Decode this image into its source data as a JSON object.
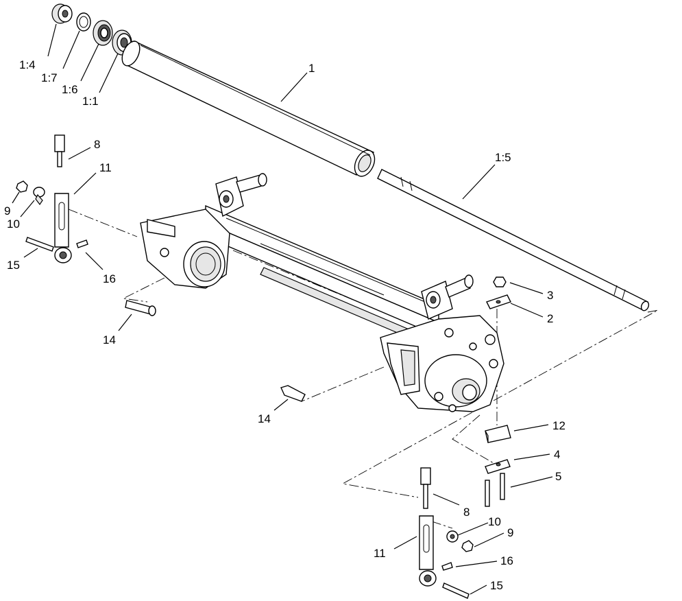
{
  "diagram": {
    "callouts": [
      {
        "id": "c-1-4",
        "label": "1:4"
      },
      {
        "id": "c-1-7",
        "label": "1:7"
      },
      {
        "id": "c-1-6",
        "label": "1:6"
      },
      {
        "id": "c-1-1",
        "label": "1:1"
      },
      {
        "id": "c-1",
        "label": "1"
      },
      {
        "id": "c-1-5",
        "label": "1:5"
      },
      {
        "id": "c-8-top",
        "label": "8"
      },
      {
        "id": "c-11-top",
        "label": "11"
      },
      {
        "id": "c-9-top",
        "label": "9"
      },
      {
        "id": "c-10-top",
        "label": "10"
      },
      {
        "id": "c-15-top",
        "label": "15"
      },
      {
        "id": "c-16-top",
        "label": "16"
      },
      {
        "id": "c-14-left",
        "label": "14"
      },
      {
        "id": "c-14-mid",
        "label": "14"
      },
      {
        "id": "c-3",
        "label": "3"
      },
      {
        "id": "c-2",
        "label": "2"
      },
      {
        "id": "c-12",
        "label": "12"
      },
      {
        "id": "c-4",
        "label": "4"
      },
      {
        "id": "c-5",
        "label": "5"
      },
      {
        "id": "c-8-bottom",
        "label": "8"
      },
      {
        "id": "c-10-bottom",
        "label": "10"
      },
      {
        "id": "c-9-bottom",
        "label": "9"
      },
      {
        "id": "c-11-bottom",
        "label": "11"
      },
      {
        "id": "c-16-bottom",
        "label": "16"
      },
      {
        "id": "c-15-bottom",
        "label": "15"
      }
    ]
  }
}
